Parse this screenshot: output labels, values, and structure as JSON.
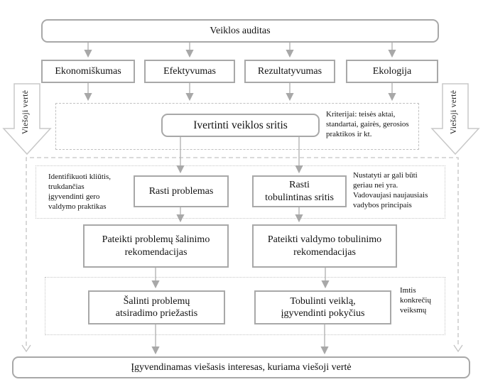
{
  "diagram_title": "Veiklos auditas",
  "colors": {
    "box_border": "#a8a8a8",
    "arrow_line": "#b3b3b3",
    "arrow_head": "#a8a8a8",
    "dashed_border": "#c0c0c0",
    "text": "#111111",
    "background": "#ffffff"
  },
  "nodes": {
    "title": "Veiklos auditas",
    "criteria": [
      "Ekonomiškumas",
      "Efektyvumas",
      "Rezultatyvumas",
      "Ekologija"
    ],
    "evaluate": "Ivertinti veiklos sritis",
    "find_problems": "Rasti problemas",
    "find_improvable": "Rasti\ntobulintinas sritis",
    "recommend_problem_fix": "Pateikti problemų šalinimo\nrekomendacijas",
    "recommend_management": "Pateikti valdymo tobulinimo\nrekomendacijas",
    "eliminate_causes": "Šalinti problemų\natsiradimo priežastis",
    "improve_activity": "Tobulinti veiklą,\nįgyvendinti pokyčius",
    "outcome": "Įgyvendinamas viešasis interesas, kuriama viešoji vertė"
  },
  "annotations": {
    "criteria_note": "Kriterijai: teisės aktai,\nstandartai, gairės, gerosios\npraktikos ir kt.",
    "identify_note": "Identifikuoti kliūtis,\ntrukdančias\nįgyvendinti gero\nvaldymo praktikas",
    "determine_note": "Nustatyti ar gali būti\ngeriau nei yra.\nVadovaujasi naujausiais\nvadybos principais",
    "action_note": "Imtis\nkonkrečių\nveiksmų",
    "public_value_left": "Viešoji vertė",
    "public_value_right": "Viešoji vertė"
  }
}
